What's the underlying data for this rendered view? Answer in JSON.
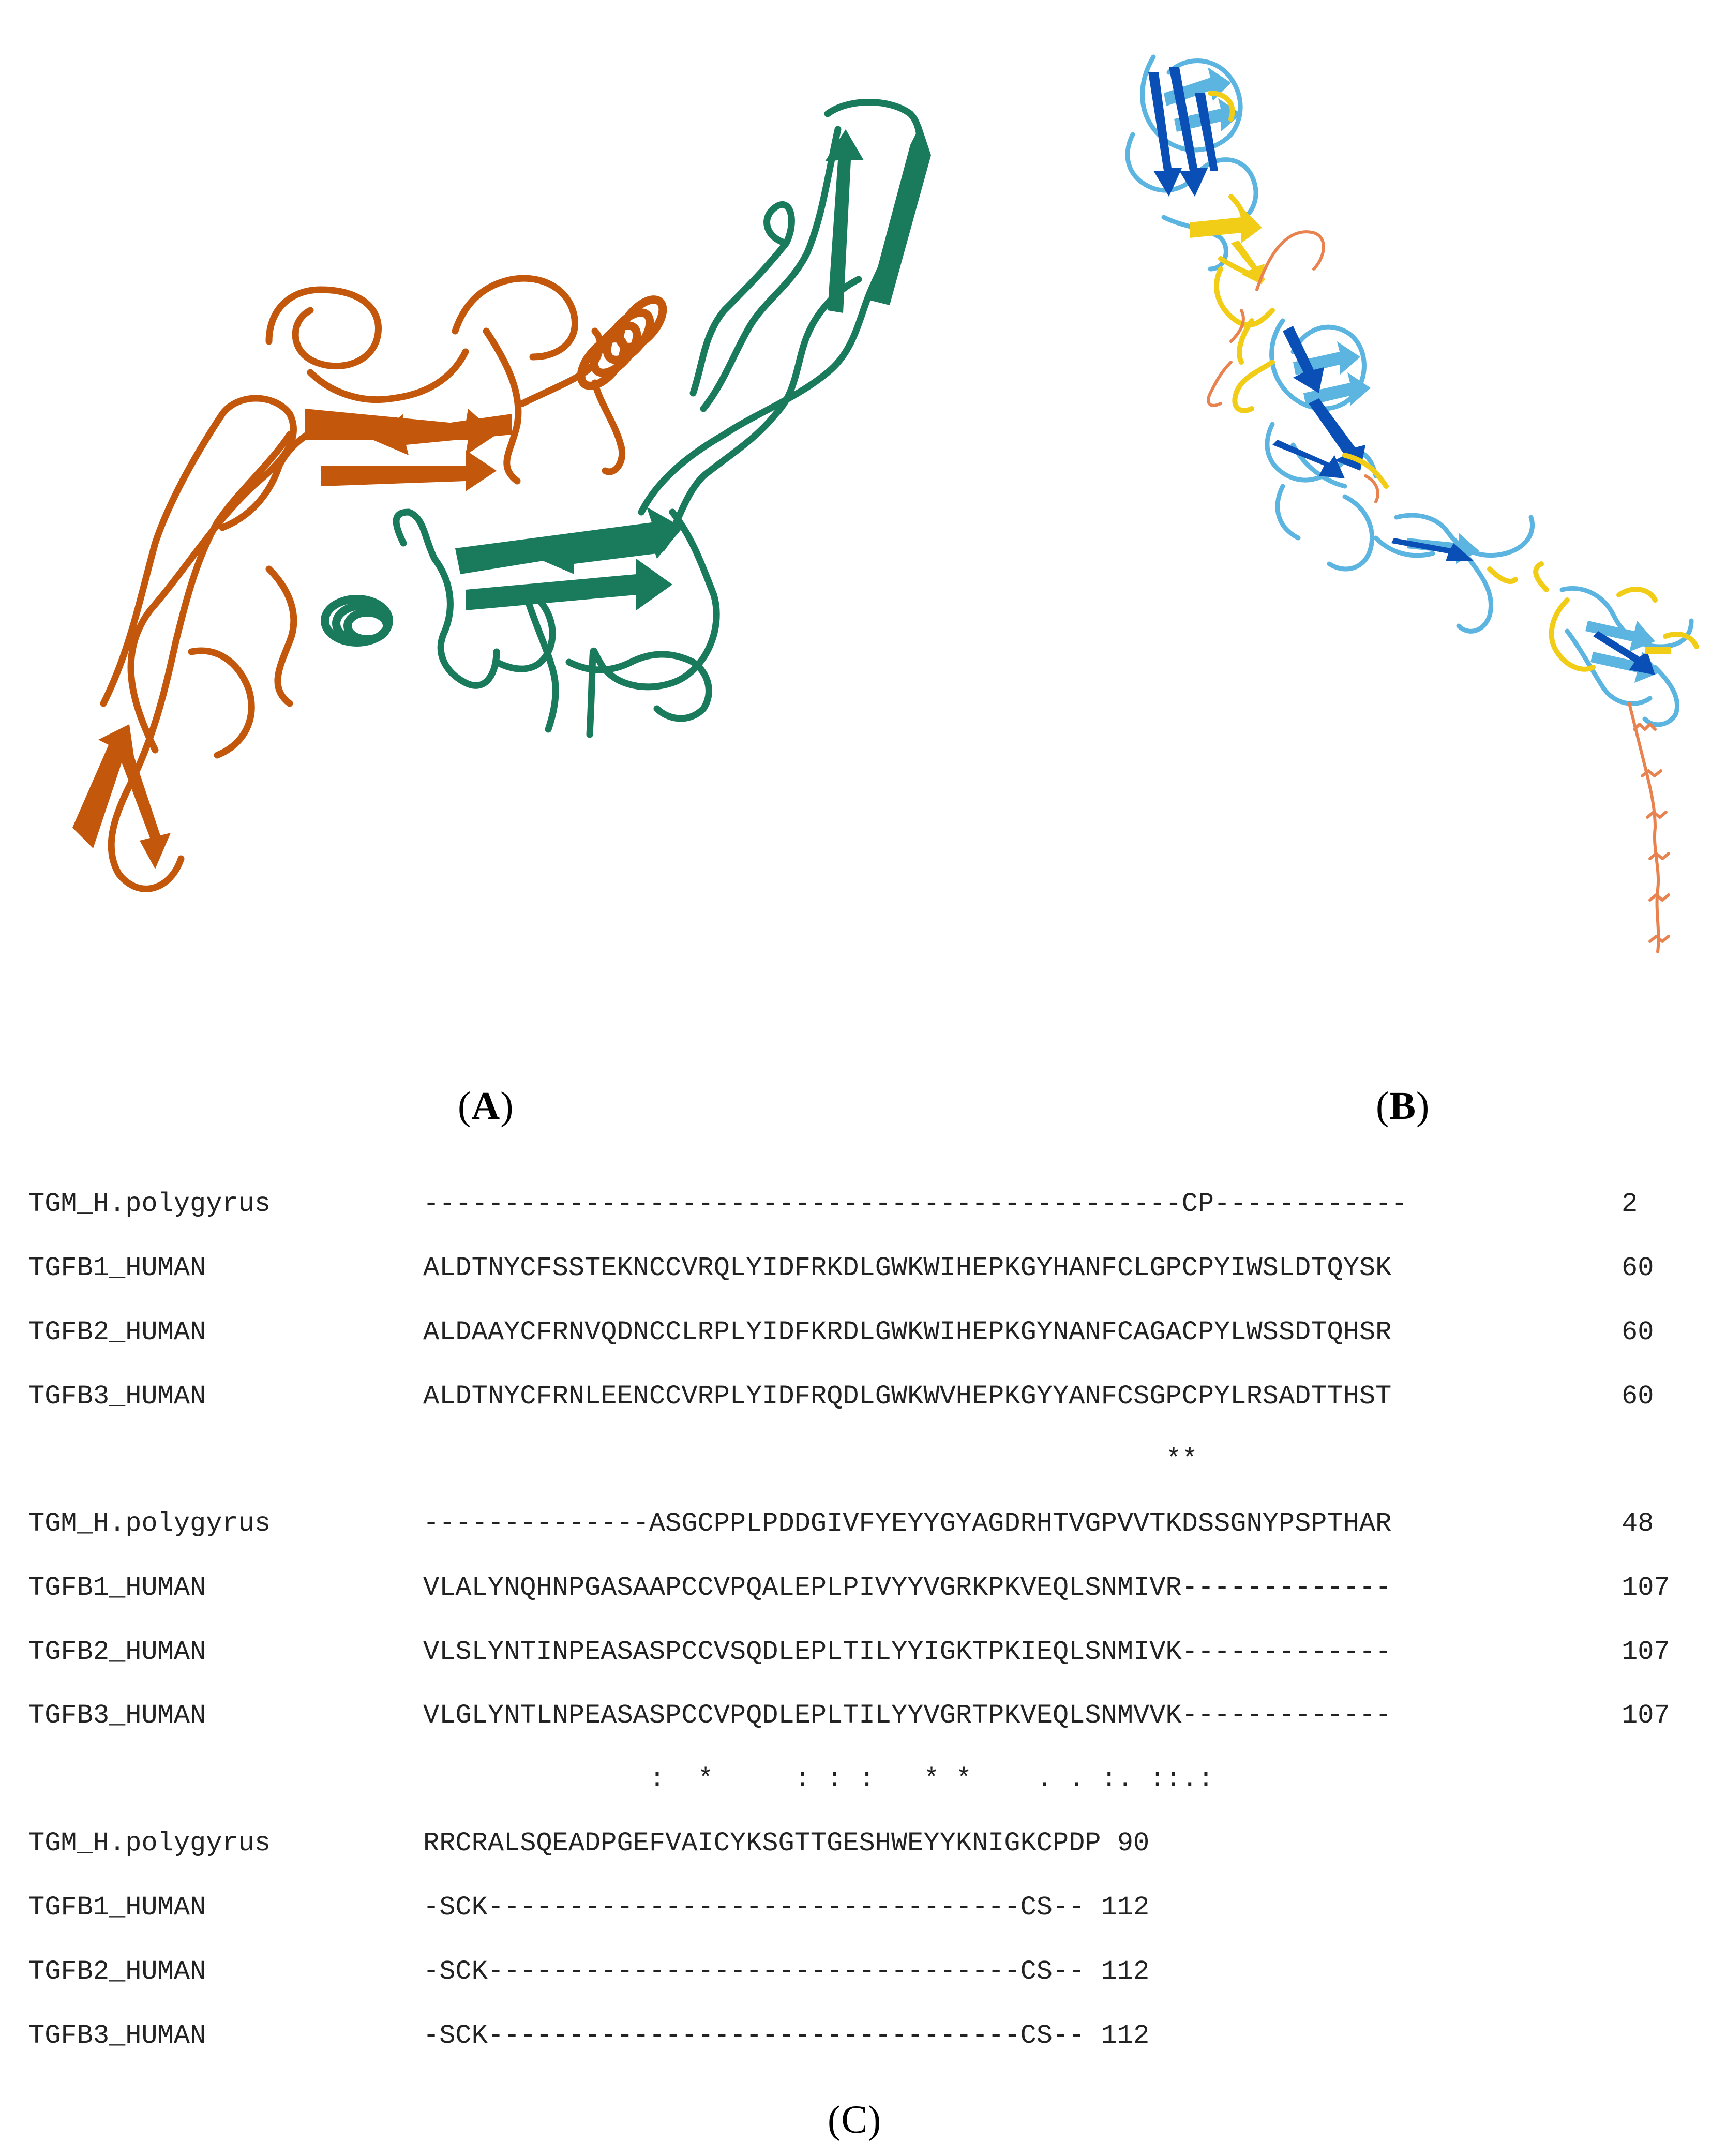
{
  "figure": {
    "panels": [
      {
        "id": "A",
        "label_open": "(",
        "label_letter": "A",
        "label_close": ")"
      },
      {
        "id": "B",
        "label_open": "(",
        "label_letter": "B",
        "label_close": ")"
      },
      {
        "id": "C",
        "label_open": "(",
        "label_letter": "C",
        "label_close": ")"
      }
    ],
    "colors": {
      "chain_orange": "#c3570c",
      "chain_green": "#1a7a5c",
      "plddt_very_high": "#0a4fb5",
      "plddt_confident": "#5cb4e0",
      "plddt_low": "#f2cd17",
      "plddt_very_low": "#e8824f"
    }
  },
  "alignment": {
    "blocks": [
      {
        "rows": [
          {
            "name": "TGM_H.polygyrus",
            "seq": "-----------------------------------------------CP------------",
            "num": "2"
          },
          {
            "name": "TGFB1_HUMAN",
            "seq": "ALDTNYCFSSTEKNCCVRQLYIDFRKDLGWKWIHEPKGYHANFCLGPCPYIWSLDTQYSK",
            "num": "60"
          },
          {
            "name": "TGFB2_HUMAN",
            "seq": "ALDAAYCFRNVQDNCCLRPLYIDFKRDLGWKWIHEPKGYNANFCAGACPYLWSSDTQHSR",
            "num": "60"
          },
          {
            "name": "TGFB3_HUMAN",
            "seq": "ALDTNYCFRNLEENCCVRPLYIDFRQDLGWKWVHEPKGYYANFCSGPCPYLRSADTTHST",
            "num": "60"
          }
        ],
        "consensus": "                                              **"
      },
      {
        "rows": [
          {
            "name": "TGM_H.polygyrus",
            "seq": "--------------ASGCPPLPDDGIVFYEYYGYAGDRHTVGPVVTKDSSGNYPSPTHAR",
            "num": "48"
          },
          {
            "name": "TGFB1_HUMAN",
            "seq": "VLALYNQHNPGASAAPCCVPQALEPLPIVYYVGRKPKVEQLSNMIVR-------------",
            "num": "107"
          },
          {
            "name": "TGFB2_HUMAN",
            "seq": "VLSLYNTINPEASASPCCVSQDLEPLTILYYIGKTPKIEQLSNMIVK-------------",
            "num": "107"
          },
          {
            "name": "TGFB3_HUMAN",
            "seq": "VLGLYNTLNPEASASPCCVPQDLEPLTILYYVGRTPKVEQLSNMVVK-------------",
            "num": "107"
          }
        ],
        "consensus": "              :  *     : : :   * *    . . :. ::.:"
      },
      {
        "rows": [
          {
            "name": "TGM_H.polygyrus",
            "seq": "RRCRALSQEADPGEFVAICYKSGTTGESHWEYYKNIGKCPDP 90",
            "num": ""
          },
          {
            "name": "TGFB1_HUMAN",
            "seq": "-SCK---------------------------------CS-- 112",
            "num": ""
          },
          {
            "name": "TGFB2_HUMAN",
            "seq": "-SCK---------------------------------CS-- 112",
            "num": ""
          },
          {
            "name": "TGFB3_HUMAN",
            "seq": "-SCK---------------------------------CS-- 112",
            "num": ""
          }
        ],
        "consensus": ""
      }
    ]
  }
}
